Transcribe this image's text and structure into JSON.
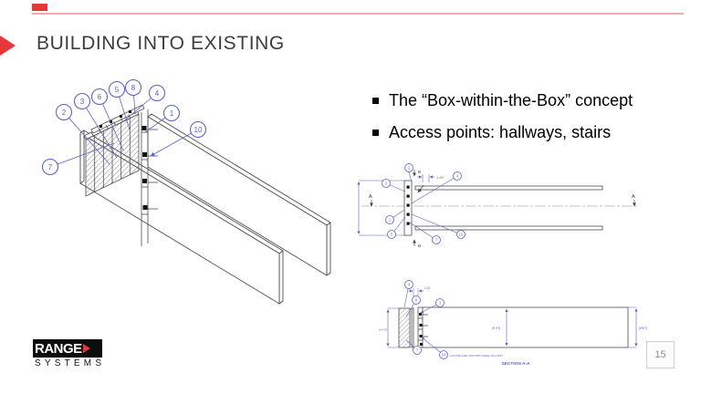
{
  "header": {
    "title": "BUILDING INTO EXISTING"
  },
  "bullets": {
    "items": [
      {
        "text": "The “Box-within-the-Box”  concept"
      },
      {
        "text": "Access points: hallways, stairs"
      }
    ]
  },
  "footer": {
    "page": "15",
    "logo_top": "RANGE",
    "logo_bottom": "SYSTEMS"
  },
  "colors": {
    "accent": "#e8363a",
    "top_line": "#f2abab",
    "blueprint_blue": "#5a63c8",
    "drawing_line": "#4f4f4f"
  },
  "iso": {
    "callouts": [
      {
        "n": "2"
      },
      {
        "n": "3"
      },
      {
        "n": "6"
      },
      {
        "n": "5"
      },
      {
        "n": "8"
      },
      {
        "n": "4"
      },
      {
        "n": "1"
      },
      {
        "n": "10"
      },
      {
        "n": "7"
      }
    ]
  },
  "plan": {
    "a_letter": "A",
    "b_letter": "B",
    "dim_top": "1.00",
    "callouts": [
      {
        "n": "2"
      },
      {
        "n": "3"
      },
      {
        "n": "4"
      },
      {
        "n": "1"
      },
      {
        "n": "5"
      },
      {
        "n": "7"
      },
      {
        "n": "10"
      }
    ]
  },
  "section": {
    "label": "SECTION A-A",
    "note": "LOCATE AND ANCHOR STEEL ON ASSY",
    "dim_top": "1.00",
    "dim_left": "[H HT]",
    "dim_mid": "[H HT]",
    "dim_right": "[WHT]",
    "callouts": [
      {
        "n": "4"
      },
      {
        "n": "8"
      },
      {
        "n": "3"
      },
      {
        "n": "7"
      },
      {
        "n": "10"
      }
    ]
  }
}
